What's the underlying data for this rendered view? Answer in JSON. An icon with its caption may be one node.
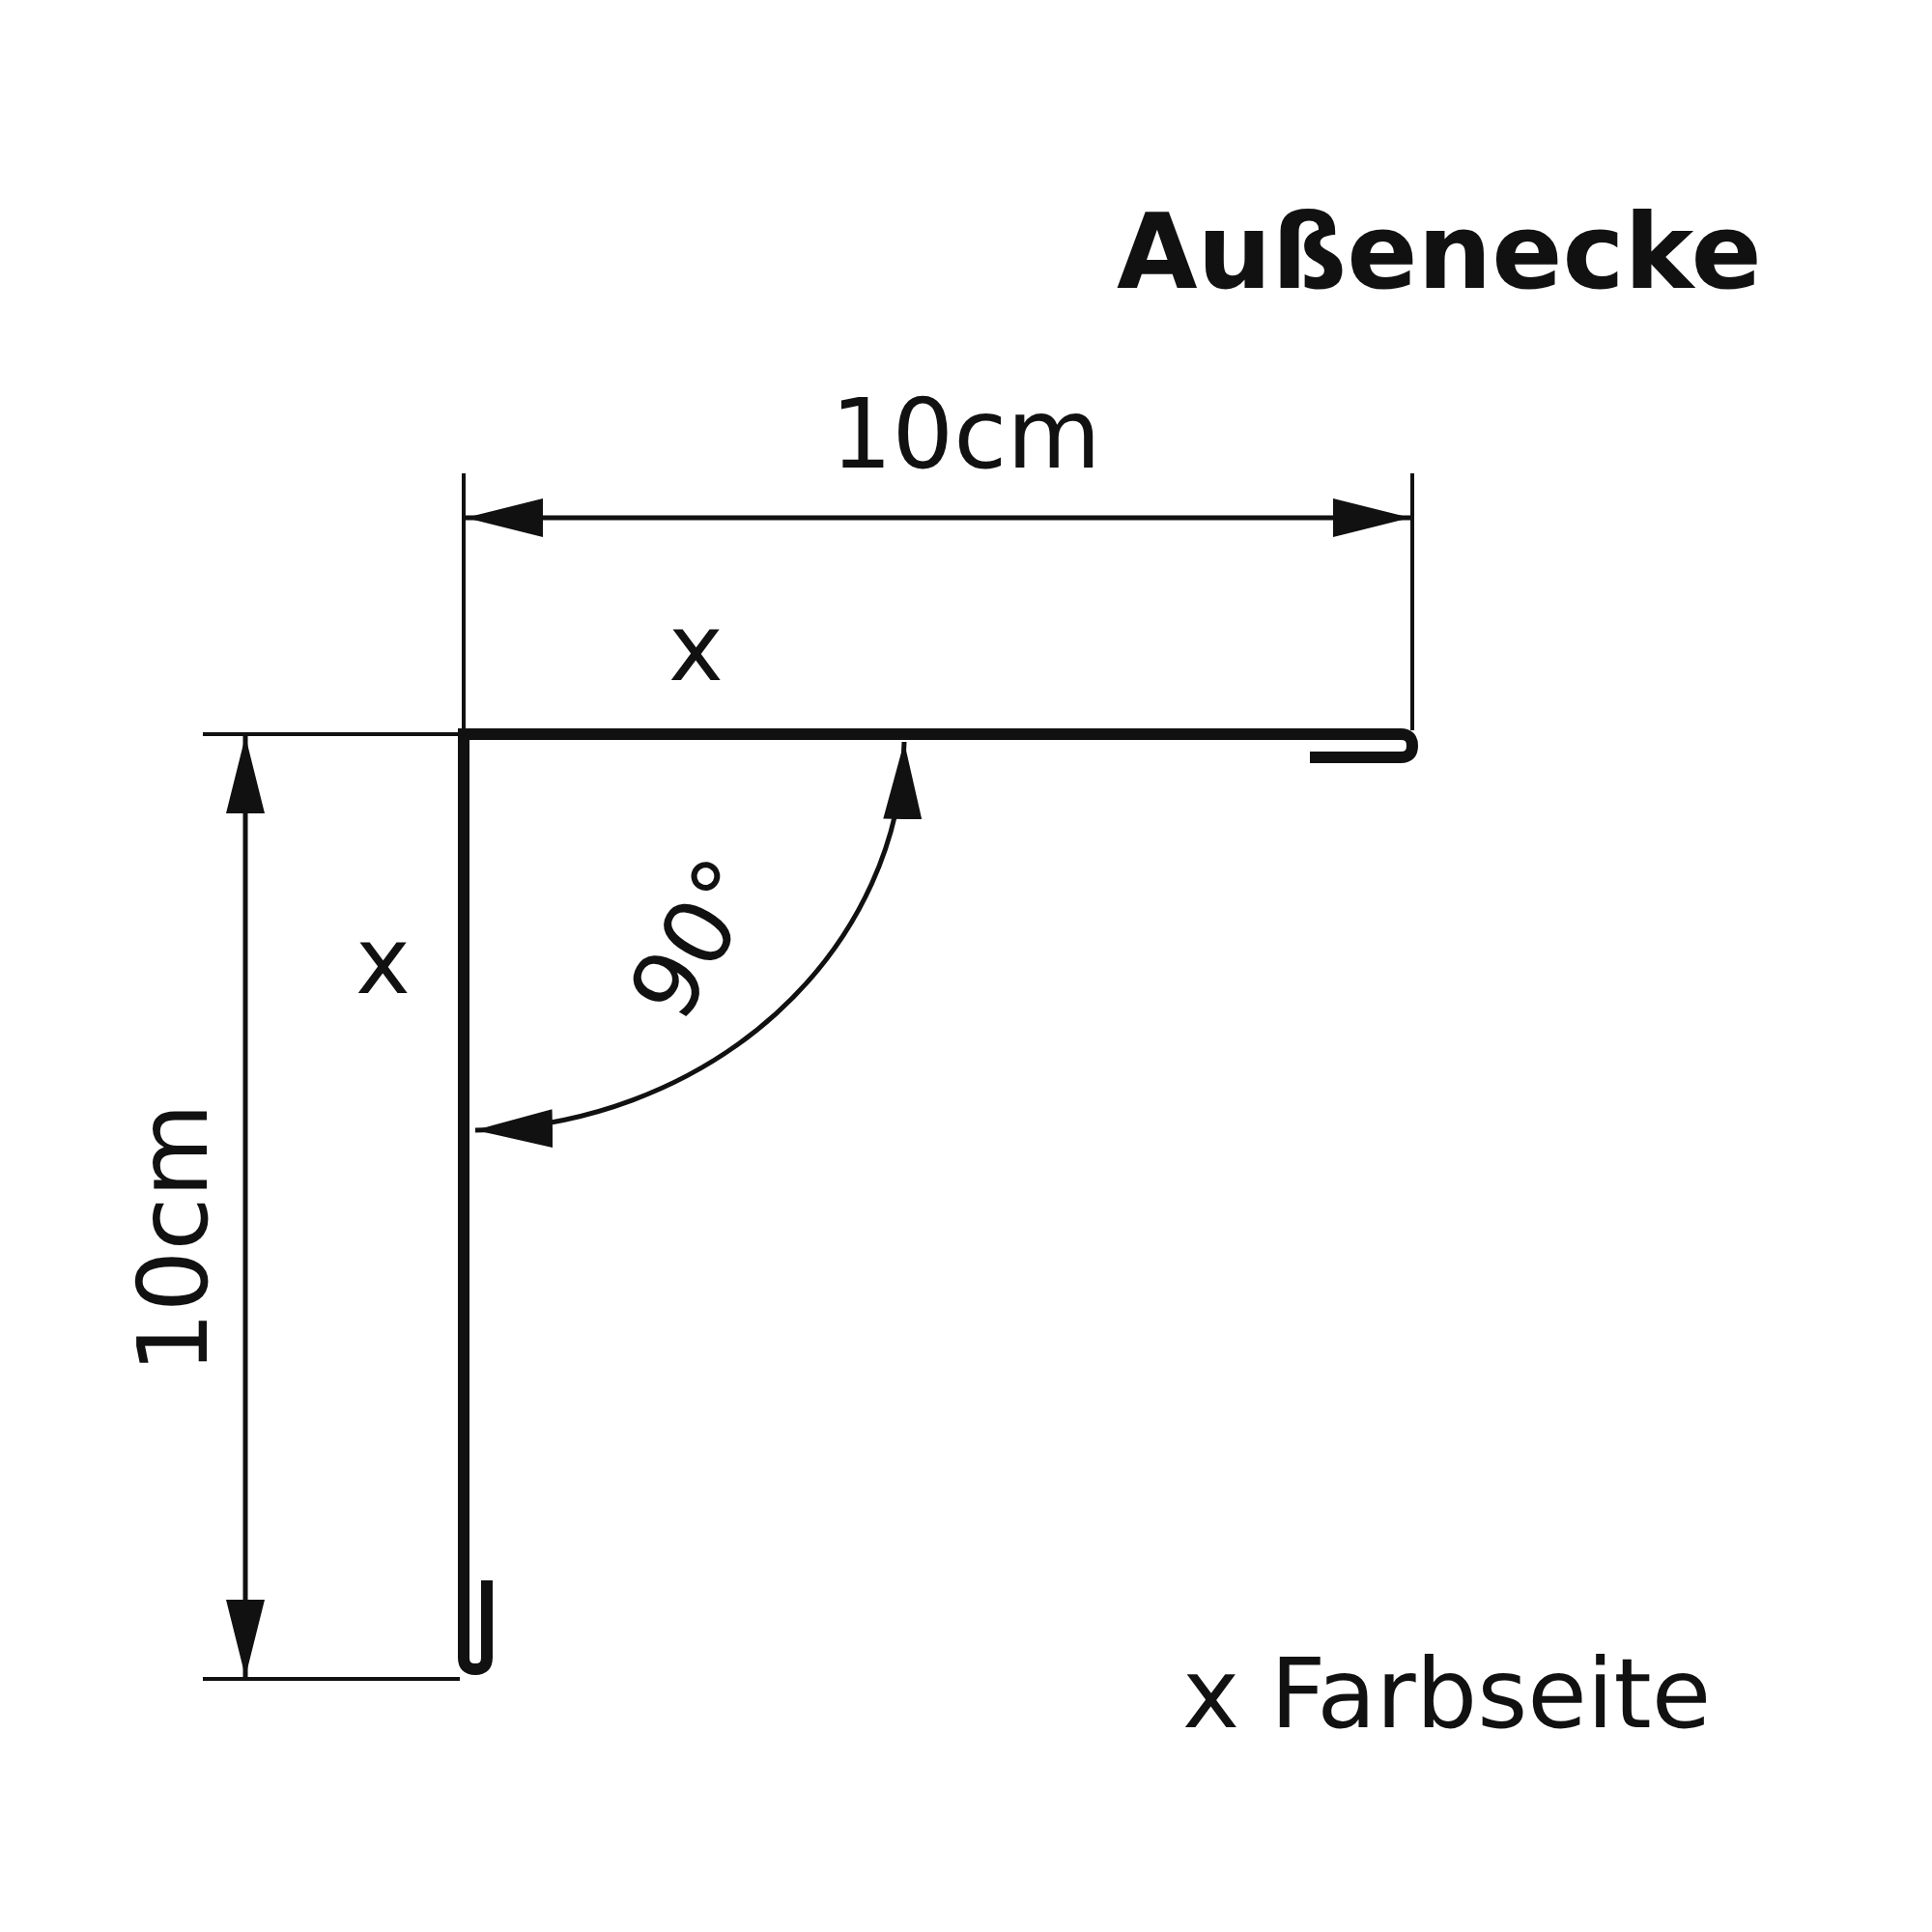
{
  "diagram": {
    "title": "Außenecke",
    "labels": [
      "10cm",
      "x",
      "x",
      "90°",
      "10cm",
      "x Farbseite"
    ]
  }
}
